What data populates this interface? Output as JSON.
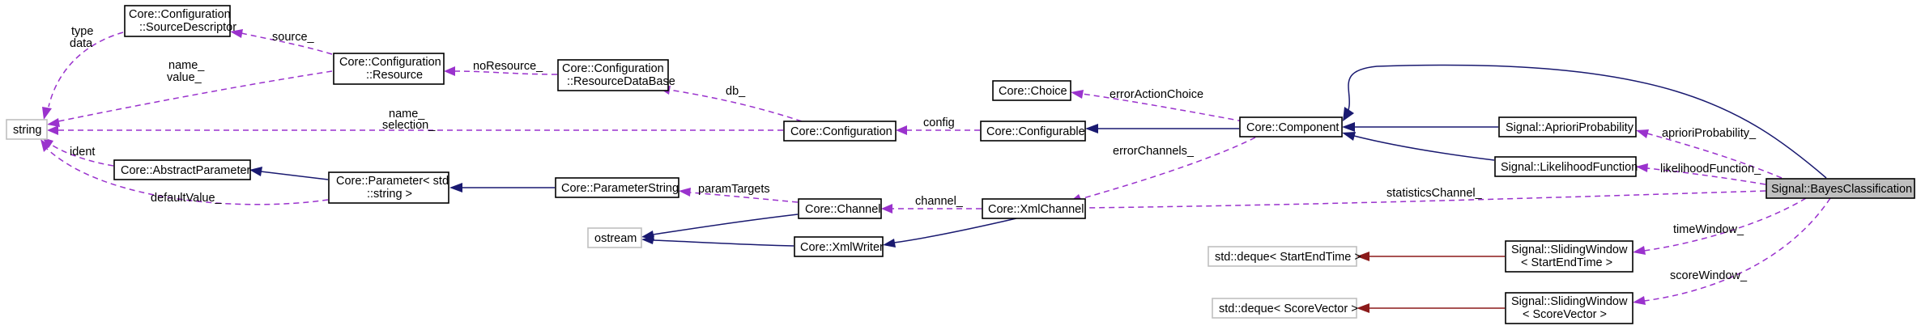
{
  "nodes": {
    "string": "string",
    "ostream": "ostream",
    "source_descriptor": [
      "Core::Configuration",
      "::SourceDescriptor"
    ],
    "resource": [
      "Core::Configuration",
      "::Resource"
    ],
    "resource_database": [
      "Core::Configuration",
      "::ResourceDataBase"
    ],
    "configuration": "Core::Configuration",
    "abstract_parameter": "Core::AbstractParameter",
    "parameter_string_std": [
      "Core::Parameter< std",
      "::string >"
    ],
    "parameter_string": "Core::ParameterString",
    "channel": "Core::Channel",
    "xml_writer": "Core::XmlWriter",
    "choice": "Core::Choice",
    "configurable": "Core::Configurable",
    "component": "Core::Component",
    "xml_channel": "Core::XmlChannel",
    "apriori_probability": "Signal::AprioriProbability",
    "likelihood_function": "Signal::LikelihoodFunction",
    "bayes_classification": "Signal::BayesClassification",
    "deque_start_end_time": "std::deque< StartEndTime >",
    "sliding_window_start_end_time": [
      "Signal::SlidingWindow",
      "< StartEndTime >"
    ],
    "deque_score_vector": "std::deque< ScoreVector >",
    "sliding_window_score_vector": [
      "Signal::SlidingWindow",
      "< ScoreVector >"
    ]
  },
  "edge_labels": {
    "type_data": [
      "type",
      "data"
    ],
    "source": "source_",
    "name_value": [
      "name_",
      "value_"
    ],
    "no_resource": "noResource_",
    "db": "db_",
    "name_selection": [
      "name_",
      "selection_"
    ],
    "config": "config",
    "ident": "ident",
    "default_value": "defaultValue_",
    "param_targets": "paramTargets",
    "channel": "channel_",
    "error_action_choice": "errorActionChoice",
    "error_channels": "errorChannels_",
    "statistics_channel": "statisticsChannel_",
    "apriori_probability": "aprioriProbability_",
    "likelihood_function": "likelihoodFunction_",
    "time_window": "timeWindow_",
    "score_window": "scoreWindow_"
  },
  "edge_kinds": {
    "usage": "purple dashed arrow",
    "inheritance": "dark blue solid arrow",
    "template_instance": "dark red solid arrow"
  }
}
